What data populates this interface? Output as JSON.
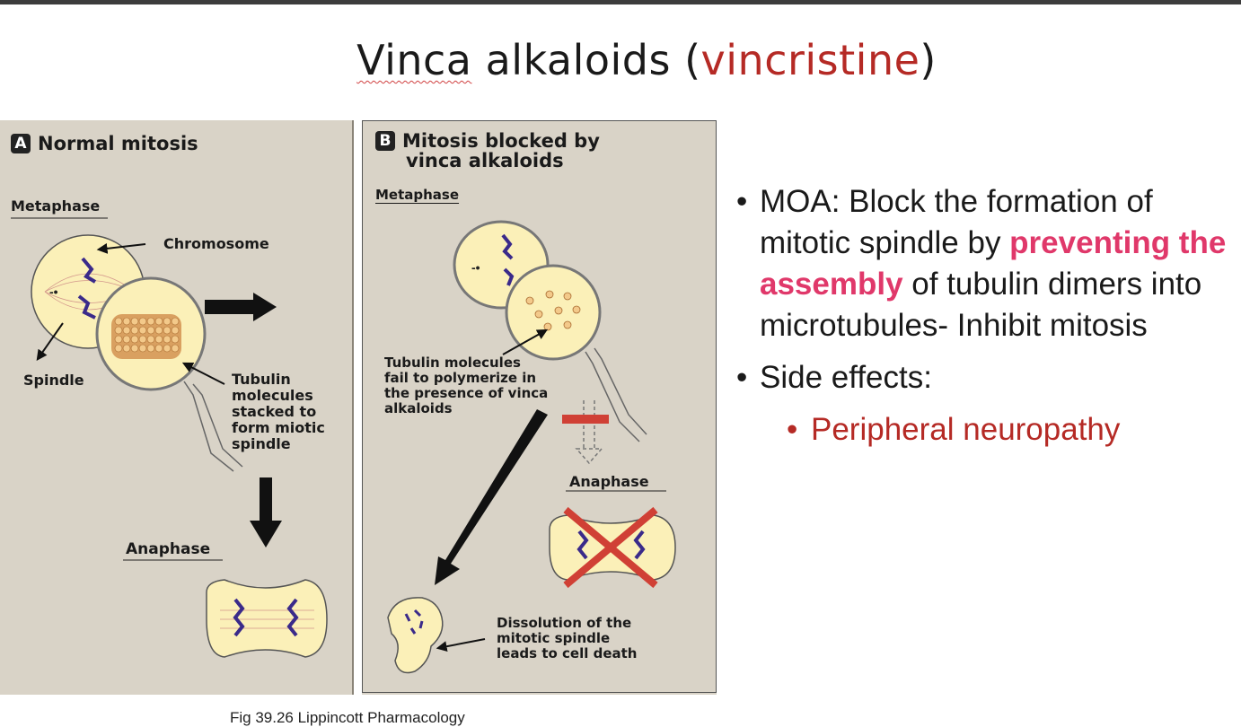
{
  "slide": {
    "title_part1": "Vinca",
    "title_part2": " alkaloids (",
    "title_drug": "vincristine",
    "title_part3": ")"
  },
  "panel_a": {
    "badge": "A",
    "heading": "Normal mitosis",
    "metaphase": "Metaphase",
    "chromosome": "Chromosome",
    "spindle": "Spindle",
    "tubulin_1": "Tubulin",
    "tubulin_2": "molecules",
    "tubulin_3": "stacked to",
    "tubulin_4": "form miotic",
    "tubulin_5": "spindle",
    "anaphase": "Anaphase"
  },
  "panel_b": {
    "badge": "B",
    "heading_1": "Mitosis blocked by",
    "heading_2": "vinca alkaloids",
    "metaphase": "Metaphase",
    "fail_1": "Tubulin molecules",
    "fail_2": "fail to polymerize in",
    "fail_3": "the presence of vinca",
    "fail_4": "alkaloids",
    "anaphase": "Anaphase",
    "death_1": "Dissolution of the",
    "death_2": "mitotic spindle",
    "death_3": "leads to cell death"
  },
  "bullets": {
    "moa_pre": "MOA: Block the formation of mitotic spindle by ",
    "moa_highlight": "preventing the assembly",
    "moa_post": " of tubulin dimers into microtubules- Inhibit mitosis",
    "side_effects": "Side effects:",
    "side_effect_1": "Peripheral neuropathy"
  },
  "caption": "Fig 39.26 Lippincott Pharmacology",
  "colors": {
    "panel_bg": "#d9d3c7",
    "cell_fill": "#fbf0b8",
    "chromosome": "#3a2a8a",
    "title_red": "#b52a25",
    "highlight_pink": "#e0386a",
    "tubulin_orange": "#d9a060",
    "cross_red": "#d04035"
  }
}
